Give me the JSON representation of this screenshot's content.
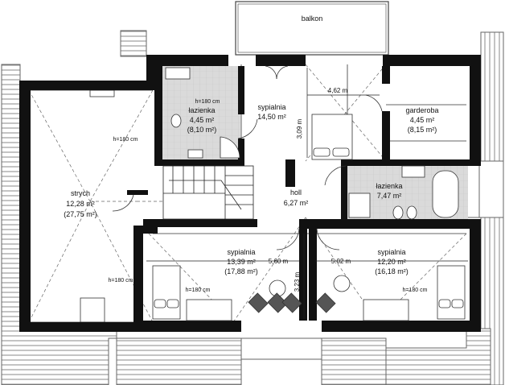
{
  "rooms": {
    "balkon": {
      "name": "balkon"
    },
    "lazienka1": {
      "name": "łazienka",
      "area": "4,45 m²",
      "area_total": "(8,10 m²)",
      "height": "h=180 cm"
    },
    "sypialnia1": {
      "name": "sypialnia",
      "area": "14,50 m²"
    },
    "garderoba": {
      "name": "garderoba",
      "area": "4,45 m²",
      "area_total": "(8,15 m²)"
    },
    "strych": {
      "name": "strych",
      "area": "12,28 m²",
      "area_total": "(27,75 m²)",
      "height_top": "h=180 cm",
      "height_bottom": "h=180 cm"
    },
    "lazienka2": {
      "name": "łazienka",
      "area": "7,47 m²"
    },
    "holl": {
      "name": "holl",
      "area": "6,27 m²"
    },
    "sypialnia2": {
      "name": "sypialnia",
      "area": "13,39 m²",
      "area_total": "(17,88 m²)",
      "height": "h=180 cm"
    },
    "sypialnia3": {
      "name": "sypialnia",
      "area": "12,20 m²",
      "area_total": "(16,18 m²)",
      "height": "h=180 cm"
    }
  },
  "dimensions": {
    "d462": "4,62 m",
    "d309": "3,09 m",
    "d560": "5,60 m",
    "d502": "5.02 m",
    "d323": "3,23 m"
  },
  "colors": {
    "wall": "#111111",
    "tile": "#d9d9d9",
    "roof_hatch": "#8a8a8a"
  }
}
